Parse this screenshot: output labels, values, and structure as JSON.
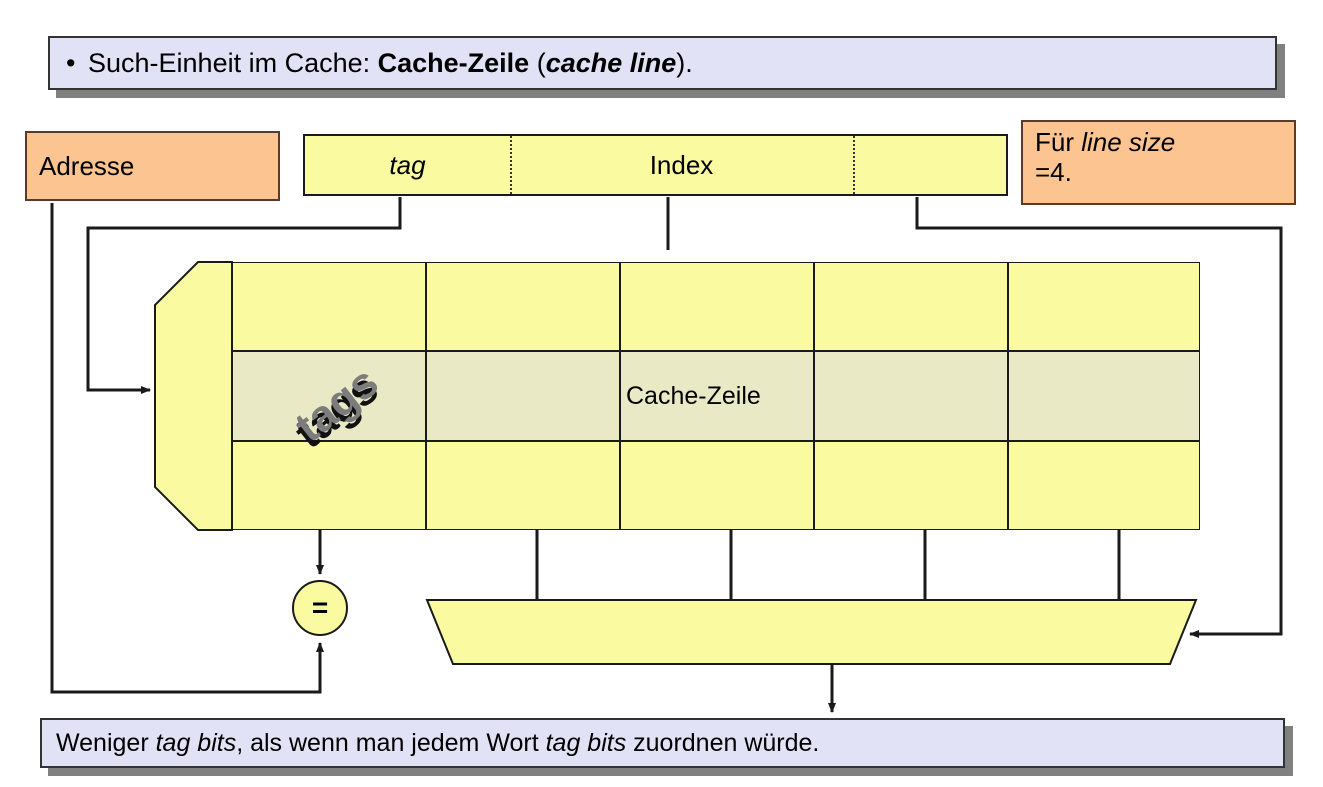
{
  "slide": {
    "top_banner": {
      "bullet": "•",
      "prefix": "Such-Einheit im Cache: ",
      "bold_term": "Cache-Zeile",
      "paren_open": " (",
      "bold_italic_term": "cache line",
      "paren_close": ")."
    },
    "bottom_banner": {
      "part1": "Weniger ",
      "italic1": "tag bits",
      "part2": ", als wenn man jedem Wort ",
      "italic2": "tag bits",
      "part3": " zuordnen würde."
    }
  },
  "address": {
    "box_label": "Adresse",
    "fields": [
      {
        "label": "tag",
        "style": "italic"
      },
      {
        "label": "Index",
        "style": "normal"
      },
      {
        "label": "",
        "style": "normal"
      }
    ]
  },
  "note": {
    "line1_prefix": "Für ",
    "line1_italic": "line size",
    "line2": "=4."
  },
  "cache": {
    "tags_label": "tags",
    "cache_line_label": "Cache-Zeile",
    "rows": 3,
    "data_columns": 4,
    "highlighted_row_index": 1,
    "comparator_symbol": "="
  },
  "colors": {
    "banner_fill": "#e2e2f7",
    "banner_shadow": "#808080",
    "orange_fill": "#fbc490",
    "orange_border": "#5a3a28",
    "cell_fill": "#fafaa0",
    "cell_highlight": "#e9e9c6",
    "line": "#1a1a1a",
    "tags_text": "#7c7c7c"
  }
}
